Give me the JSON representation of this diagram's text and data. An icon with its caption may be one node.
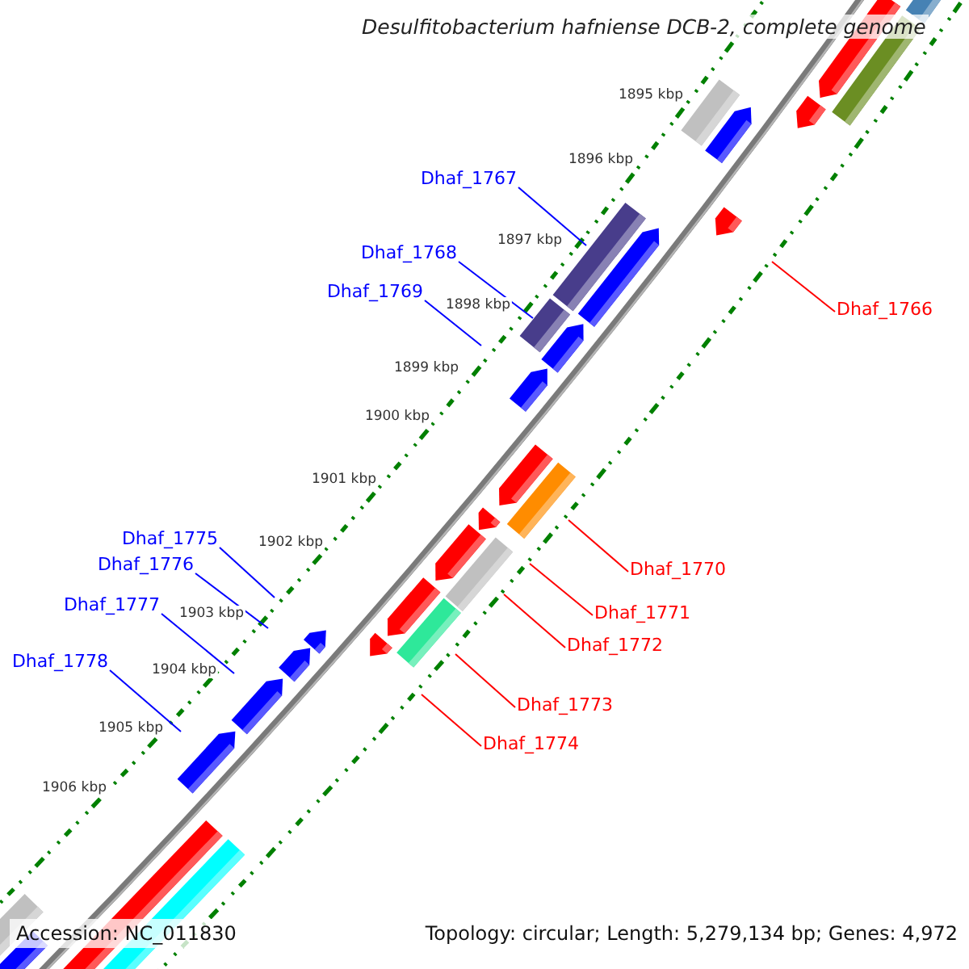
{
  "diagram": {
    "title": "Desulfitobacterium hafniense DCB-2, complete genome",
    "nodes": [
      {
        "text": [
          "Dhaf_1767"
        ]
      },
      {
        "text": [
          "Dhaf_1768"
        ]
      },
      {
        "text": [
          "Dhaf_1769"
        ]
      },
      {
        "text": [
          "Dhaf_1766"
        ]
      },
      {
        "text": [
          "Dhaf_1775"
        ]
      },
      {
        "text": [
          "Dhaf_1776"
        ]
      },
      {
        "text": [
          "Dhaf_1770"
        ]
      },
      {
        "text": [
          "Dhaf_1777"
        ]
      },
      {
        "text": [
          "Dhaf_1771"
        ]
      },
      {
        "text": [
          "Dhaf_1772"
        ]
      },
      {
        "text": [
          "Dhaf_1778"
        ]
      },
      {
        "text": [
          "Dhaf_1773"
        ]
      },
      {
        "text": [
          "Dhaf_1774"
        ]
      }
    ],
    "edges": [
      {
        "from": 0,
        "to": null,
        "arrow": "none"
      },
      {
        "from": 1,
        "to": null,
        "arrow": "none"
      },
      {
        "from": 2,
        "to": null,
        "arrow": "none"
      },
      {
        "from": 3,
        "to": null,
        "arrow": "none",
        "color": "#ff0000"
      },
      {
        "from": 4,
        "to": null,
        "arrow": "none"
      },
      {
        "from": 5,
        "to": null,
        "arrow": "none"
      },
      {
        "from": 6,
        "to": null,
        "arrow": "none",
        "color": "#ff0000"
      },
      {
        "from": 7,
        "to": null,
        "arrow": "none"
      },
      {
        "from": 8,
        "to": null,
        "arrow": "none",
        "color": "#ff0000"
      },
      {
        "from": 9,
        "to": null,
        "arrow": "none",
        "color": "#ff0000"
      },
      {
        "from": 10,
        "to": null,
        "arrow": "none"
      },
      {
        "from": 11,
        "to": null,
        "arrow": "none",
        "color": "#ff0000"
      },
      {
        "from": 12,
        "to": null,
        "arrow": "none",
        "color": "#ff0000"
      }
    ],
    "labels": [
      "1895 kbp",
      "1896 kbp",
      "1897 kbp",
      "1898 kbp",
      "1899 kbp",
      "1900 kbp",
      "1901 kbp",
      "1902 kbp",
      "1903 kbp",
      "1904 kbp",
      "1905 kbp",
      "1906 kbp",
      "Accession: NC_011830",
      "Topology: circular; Length: 5,279,134 bp; Genes: 4,972"
    ]
  }
}
